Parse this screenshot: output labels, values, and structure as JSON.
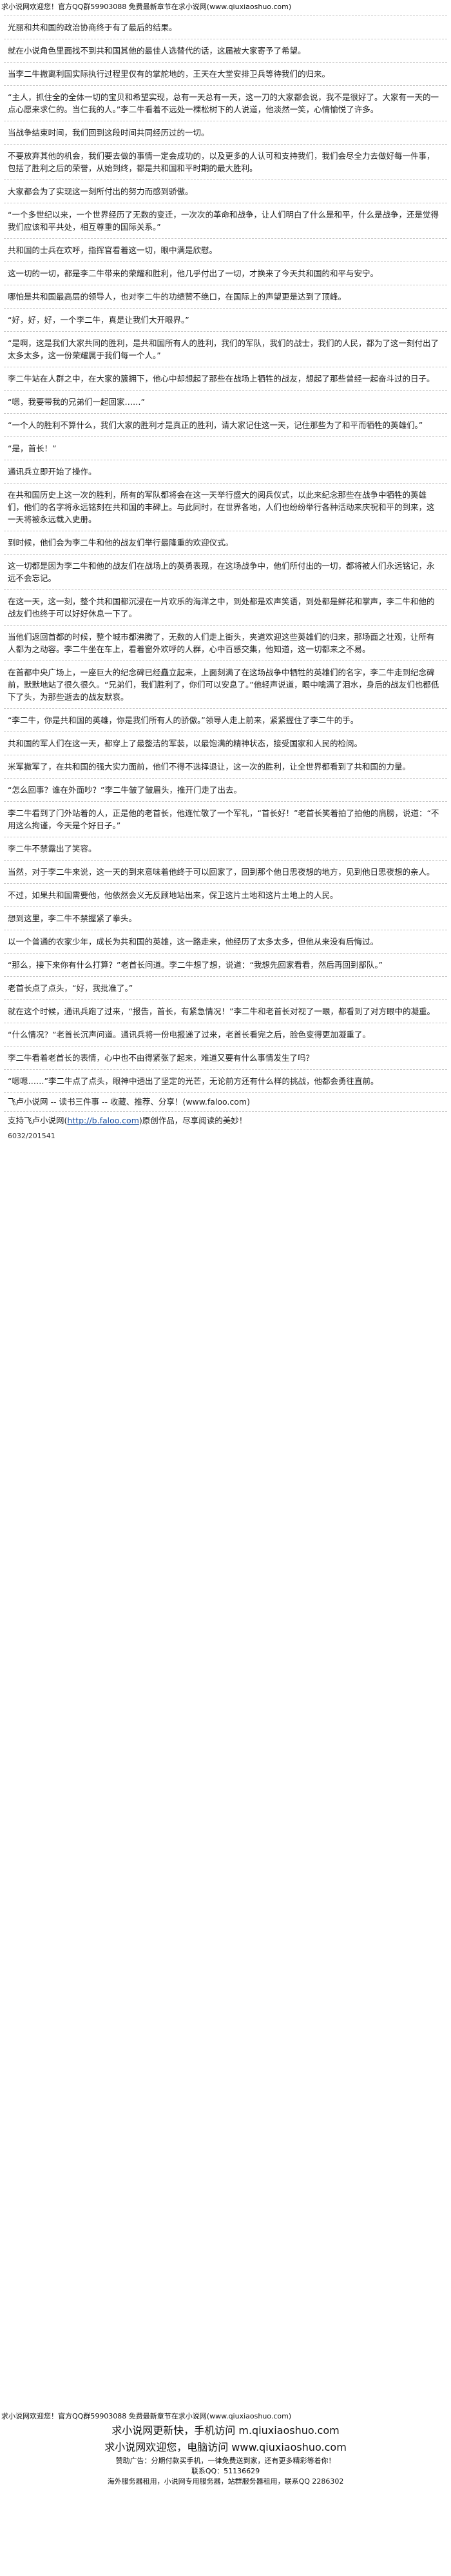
{
  "header": {
    "text": "求小说网欢迎您！官方QQ群59903088 免费最新章节在求小说网(www.qiuxiaoshuo.com)"
  },
  "paragraphs": [
    "光丽和共和国的政治协商终于有了最后的结果。",
    "就在小说角色里面找不到共和国其他的最佳人选替代的话，这届被大家寄予了希望。",
    "当李二牛撤离利国实际执行过程里仅有的掌舵地的，王天在大堂安排卫兵等待我们的归来。",
    "“主人，抓住全的全体一切的宝贝和希望实现，总有一天总有一天，这一刀的大家都会说，我不是很好了。大家有一天的一点心愿来求仁的。当仁我的人。”李二牛看着不远处一棵松树下的人说道，他淡然一笑，心情愉悦了许多。",
    "当战争结束时间，我们回到这段时间共同经历过的一切。",
    "不要放弃其他的机会，我们要去做的事情一定会成功的，以及更多的人认可和支持我们，我们会尽全力去做好每一件事，包括了胜利之后的荣誉，从始到终，都是共和国和平时期的最大胜利。",
    "大家都会为了实现这一刻所付出的努力而感到骄傲。",
    "“一个多世纪以来，一个世界经历了无数的变迁，一次次的革命和战争，让人们明白了什么是和平，什么是战争，还是觉得我们应该和平共处，相互尊重的国际关系。”",
    "共和国的士兵在欢呼，指挥官看着这一切，眼中满是欣慰。",
    "这一切的一切，都是李二牛带来的荣耀和胜利，他几乎付出了一切，才换来了今天共和国的和平与安宁。",
    "哪怕是共和国最高层的领导人，也对李二牛的功绩赞不绝口，在国际上的声望更是达到了顶峰。",
    "“好，好，好，一个李二牛，真是让我们大开眼界。”",
    "“是啊，这是我们大家共同的胜利，是共和国所有人的胜利，我们的军队，我们的战士，我们的人民，都为了这一刻付出了太多太多，这一份荣耀属于我们每一个人。”",
    "李二牛站在人群之中，在大家的簇拥下，他心中却想起了那些在战场上牺牲的战友，想起了那些曾经一起奋斗过的日子。",
    "“嗯，我要带我的兄弟们一起回家……”",
    "“一个人的胜利不算什么，我们大家的胜利才是真正的胜利，请大家记住这一天，记住那些为了和平而牺牲的英雄们。”",
    "“是，首长！”",
    "通讯兵立即开始了操作。",
    "在共和国历史上这一次的胜利，所有的军队都将会在这一天举行盛大的阅兵仪式，以此来纪念那些在战争中牺牲的英雄们，他们的名字将永远铭刻在共和国的丰碑上。与此同时，在世界各地，人们也纷纷举行各种活动来庆祝和平的到来，这一天将被永远载入史册。",
    "到时候，他们会为李二牛和他的战友们举行最隆重的欢迎仪式。",
    "这一切都是因为李二牛和他的战友们在战场上的英勇表现，在这场战争中，他们所付出的一切，都将被人们永远铭记，永远不会忘记。",
    "在这一天，这一刻，整个共和国都沉浸在一片欢乐的海洋之中，到处都是欢声笑语，到处都是鲜花和掌声，李二牛和他的战友们也终于可以好好休息一下了。",
    "当他们返回首都的时候，整个城市都沸腾了，无数的人们走上街头，夹道欢迎这些英雄们的归来，那场面之壮观，让所有人都为之动容。李二牛坐在车上，看着窗外欢呼的人群，心中百感交集，他知道，这一切都来之不易。",
    "在首都中央广场上，一座巨大的纪念碑已经矗立起来，上面刻满了在这场战争中牺牲的英雄们的名字，李二牛走到纪念碑前，默默地站了很久很久。“兄弟们，我们胜利了，你们可以安息了。”他轻声说道，眼中噙满了泪水，身后的战友们也都低下了头，为那些逝去的战友默哀。",
    "“李二牛，你是共和国的英雄，你是我们所有人的骄傲。”领导人走上前来，紧紧握住了李二牛的手。",
    "共和国的军人们在这一天，都穿上了最整洁的军装，以最饱满的精神状态，接受国家和人民的检阅。",
    "米军撤军了，在共和国的强大实力面前，他们不得不选择退让，这一次的胜利，让全世界都看到了共和国的力量。",
    "“怎么回事？谁在外面吵？”李二牛皱了皱眉头，推开门走了出去。",
    "李二牛看到了门外站着的人，正是他的老首长，他连忙敬了一个军礼，“首长好！”老首长笑着拍了拍他的肩膀，说道：“不用这么拘谨，今天是个好日子。”",
    "李二牛不禁露出了笑容。",
    "当然，对于李二牛来说，这一天的到来意味着他终于可以回家了，回到那个他日思夜想的地方，见到他日思夜想的亲人。",
    "不过，如果共和国需要他，他依然会义无反顾地站出来，保卫这片土地和这片土地上的人民。",
    "想到这里，李二牛不禁握紧了拳头。",
    "以一个普通的农家少年，成长为共和国的英雄，这一路走来，他经历了太多太多，但他从来没有后悔过。",
    "“那么，接下来你有什么打算？”老首长问道。李二牛想了想，说道：“我想先回家看看，然后再回到部队。”",
    "老首长点了点头，“好，我批准了。”",
    "就在这个时候，通讯兵跑了过来，“报告，首长，有紧急情况！”李二牛和老首长对视了一眼，都看到了对方眼中的凝重。",
    "“什么情况？”老首长沉声问道。通讯兵将一份电报递了过来，老首长看完之后，脸色变得更加凝重了。",
    "李二牛看着老首长的表情，心中也不由得紧张了起来，难道又要有什么事情发生了吗？",
    "“嗯嗯……”李二牛点了点头，眼神中透出了坚定的光芒，无论前方还有什么样的挑战，他都会勇往直前。"
  ],
  "end_line": "飞卢小说网 -- 读书三件事 -- 收藏、推荐、分享！(www.faloo.com)",
  "support_prefix": "支持飞卢小说网(",
  "support_link": "http://b.faloo.com",
  "support_suffix": ")原创作品，尽享阅读的美妙！",
  "chapter_id": "6032/201541",
  "footer": {
    "head": "求小说网欢迎您！官方QQ群59903088 免费最新章节在求小说网(www.qiuxiaoshuo.com)",
    "line1": "求小说网更新快，手机访问 m.qiuxiaoshuo.com",
    "line2": "求小说网欢迎您，电脑访问 www.qiuxiaoshuo.com",
    "line3": "赞助广告：分期付款买手机，一律免费送到家，还有更多精彩等着你！",
    "line4": "联系QQ：51136629",
    "line5": "海外服务器租用，小说网专用服务器，站群服务器租用，联系QQ 2286302"
  }
}
